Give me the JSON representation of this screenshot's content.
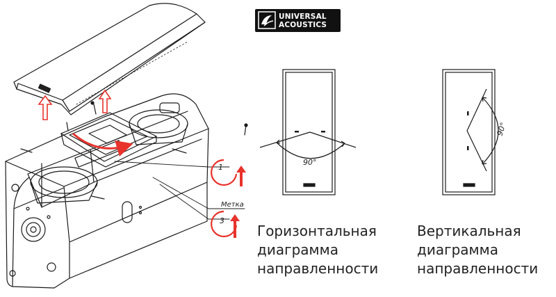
{
  "logo": {
    "line1": "UNIVERSAL",
    "line2": "ACOUSTICS"
  },
  "diagram": {
    "step_1": "1",
    "step_3": "3",
    "mark_label": "Метка",
    "h_angle": "90°",
    "v_angle": "90°"
  },
  "captions": {
    "horizontal": [
      "Горизонтальная",
      "диаграмма",
      "направленности"
    ],
    "vertical": [
      "Вертикальная",
      "диаграмма",
      "направленности"
    ]
  },
  "colors": {
    "arrow_red": "#e8322c",
    "line": "#1a1a1a"
  }
}
